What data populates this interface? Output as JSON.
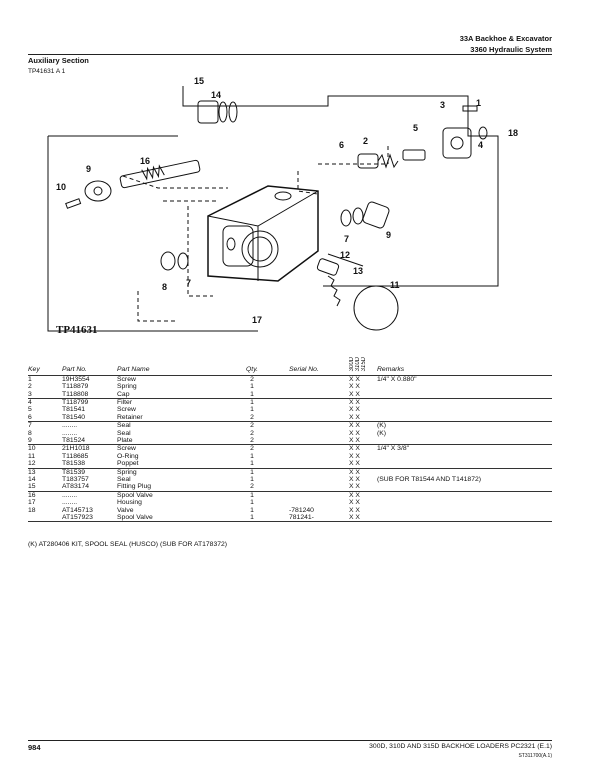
{
  "header": {
    "title_line1": "33A  Backhoe & Excavator",
    "title_line2": "3360  Hydraulic System",
    "section": "Auxiliary Section",
    "figure_ref": "TP41631 A 1"
  },
  "figure": {
    "stamp": "TP41631",
    "callouts": [
      "15",
      "14",
      "3",
      "1",
      "5",
      "2",
      "6",
      "4",
      "18",
      "16",
      "9",
      "10",
      "7",
      "9",
      "12",
      "13",
      "8",
      "7",
      "11",
      "17"
    ]
  },
  "table": {
    "columns": {
      "key": "Key",
      "part_no": "Part No.",
      "part_name": "Part Name",
      "qty": "Qty.",
      "serial_no": "Serial No.",
      "model_300d": "300D",
      "model_310d": "310D",
      "model_315d": "315D",
      "remarks": "Remarks"
    },
    "rows": [
      {
        "key": "1",
        "part": "19H3554",
        "name": "Screw",
        "qty": "2",
        "serial": "",
        "models": "X X",
        "remarks": "1/4\" X 0.880\""
      },
      {
        "key": "2",
        "part": "T118879",
        "name": "Spring",
        "qty": "1",
        "serial": "",
        "models": "X X",
        "remarks": ""
      },
      {
        "key": "3",
        "part": "T118808",
        "name": "Cap",
        "qty": "1",
        "serial": "",
        "models": "X X",
        "remarks": ""
      },
      {
        "key": "4",
        "part": "T118799",
        "name": "Filter",
        "qty": "1",
        "serial": "",
        "models": "X X",
        "remarks": ""
      },
      {
        "key": "5",
        "part": "T81541",
        "name": "Screw",
        "qty": "1",
        "serial": "",
        "models": "X X",
        "remarks": ""
      },
      {
        "key": "6",
        "part": "T81540",
        "name": "Retainer",
        "qty": "2",
        "serial": "",
        "models": "X X",
        "remarks": ""
      },
      {
        "key": "7",
        "part": "........",
        "name": "Seal",
        "qty": "2",
        "serial": "",
        "models": "X X",
        "remarks": "(K)"
      },
      {
        "key": "8",
        "part": "........",
        "name": "Seal",
        "qty": "2",
        "serial": "",
        "models": "X X",
        "remarks": "(K)"
      },
      {
        "key": "9",
        "part": "T81524",
        "name": "Plate",
        "qty": "2",
        "serial": "",
        "models": "X X",
        "remarks": ""
      },
      {
        "key": "10",
        "part": "21H1018",
        "name": "Screw",
        "qty": "2",
        "serial": "",
        "models": "X X",
        "remarks": "1/4\" X 3/8\""
      },
      {
        "key": "11",
        "part": "T118685",
        "name": "O-Ring",
        "qty": "1",
        "serial": "",
        "models": "X X",
        "remarks": ""
      },
      {
        "key": "12",
        "part": "T81538",
        "name": "Poppet",
        "qty": "1",
        "serial": "",
        "models": "X X",
        "remarks": ""
      },
      {
        "key": "13",
        "part": "T81539",
        "name": "Spring",
        "qty": "1",
        "serial": "",
        "models": "X X",
        "remarks": ""
      },
      {
        "key": "14",
        "part": "T183757",
        "name": "Seal",
        "qty": "1",
        "serial": "",
        "models": "X X",
        "remarks": "(SUB FOR T81544 AND T141872)"
      },
      {
        "key": "15",
        "part": "AT83174",
        "name": "Fitting Plug",
        "qty": "2",
        "serial": "",
        "models": "X X",
        "remarks": ""
      },
      {
        "key": "16",
        "part": "........",
        "name": "Spool Valve",
        "qty": "1",
        "serial": "",
        "models": "X X",
        "remarks": ""
      },
      {
        "key": "17",
        "part": "........",
        "name": "Housing",
        "qty": "1",
        "serial": "",
        "models": "X X",
        "remarks": ""
      },
      {
        "key": "18",
        "part": "AT145713",
        "name": "Valve",
        "qty": "1",
        "serial": "-781240",
        "models": "X X",
        "remarks": ""
      },
      {
        "key": "",
        "part": "AT157923",
        "name": "Spool Valve",
        "qty": "1",
        "serial": "781241-",
        "models": "X X",
        "remarks": ""
      }
    ]
  },
  "footnote": "(K) AT280406 KIT, SPOOL SEAL (HUSCO) (SUB FOR AT178372)",
  "footer": {
    "page_number": "984",
    "title": "300D, 310D AND 315D BACKHOE LOADERS    PC2321    (E.1)",
    "code": "ST311700(A.1)"
  }
}
